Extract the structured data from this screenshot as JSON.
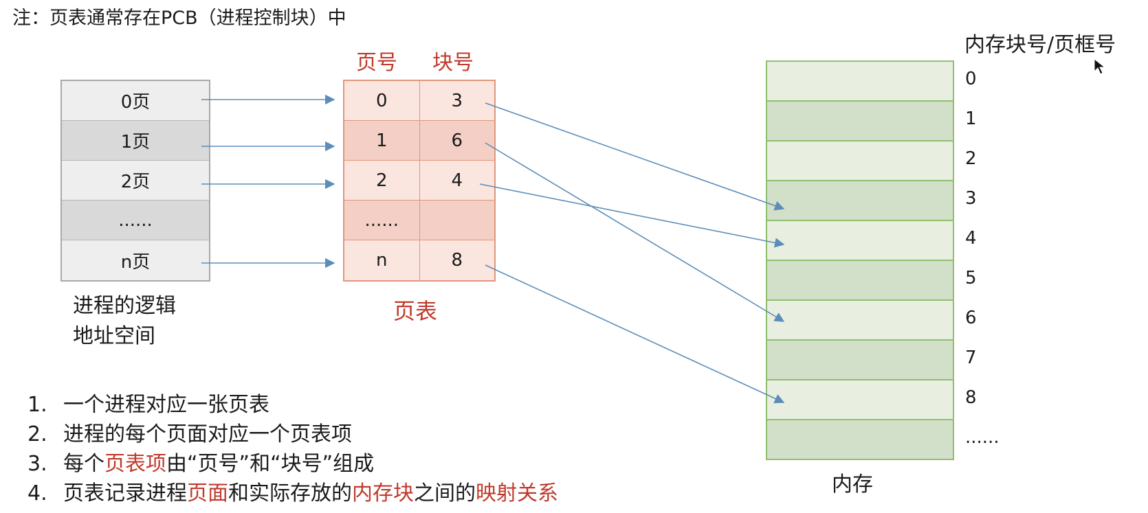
{
  "note": "注：页表通常存在PCB（进程控制块）中",
  "logical_space": {
    "rows": [
      "0页",
      "1页",
      "2页",
      "......",
      "n页"
    ],
    "label_line1": "进程的逻辑",
    "label_line2": "地址空间"
  },
  "page_table": {
    "col_page": "页号",
    "col_block": "块号",
    "rows": [
      {
        "page": "0",
        "block": "3"
      },
      {
        "page": "1",
        "block": "6"
      },
      {
        "page": "2",
        "block": "4"
      },
      {
        "page": "......",
        "block": ""
      },
      {
        "page": "n",
        "block": "8"
      }
    ],
    "label": "页表"
  },
  "memory": {
    "title": "内存块号/页框号",
    "block_numbers": [
      "0",
      "1",
      "2",
      "3",
      "4",
      "5",
      "6",
      "7",
      "8",
      "......"
    ],
    "label": "内存"
  },
  "mappings": [
    {
      "from_row": 0,
      "to_block": 3
    },
    {
      "from_row": 1,
      "to_block": 6
    },
    {
      "from_row": 2,
      "to_block": 4
    },
    {
      "from_row": 4,
      "to_block": 8
    }
  ],
  "points": [
    {
      "num": "1.",
      "parts": [
        {
          "t": "一个进程对应一张页表",
          "red": false
        }
      ]
    },
    {
      "num": "2.",
      "parts": [
        {
          "t": "进程的每个页面对应一个页表项",
          "red": false
        }
      ]
    },
    {
      "num": "3.",
      "parts": [
        {
          "t": "每个",
          "red": false
        },
        {
          "t": "页表项",
          "red": true
        },
        {
          "t": "由“页号”和“块号”组成",
          "red": false
        }
      ]
    },
    {
      "num": "4.",
      "parts": [
        {
          "t": "页表记录进程",
          "red": false
        },
        {
          "t": "页面",
          "red": true
        },
        {
          "t": "和实际存放的",
          "red": false
        },
        {
          "t": "内存块",
          "red": true
        },
        {
          "t": "之间的",
          "red": false
        },
        {
          "t": "映射关系",
          "red": true
        }
      ]
    }
  ],
  "colors": {
    "arrow": "#5b8db8",
    "accent_red": "#c0392b",
    "memory_border": "#8fbf6e",
    "table_border": "#e0967a"
  }
}
